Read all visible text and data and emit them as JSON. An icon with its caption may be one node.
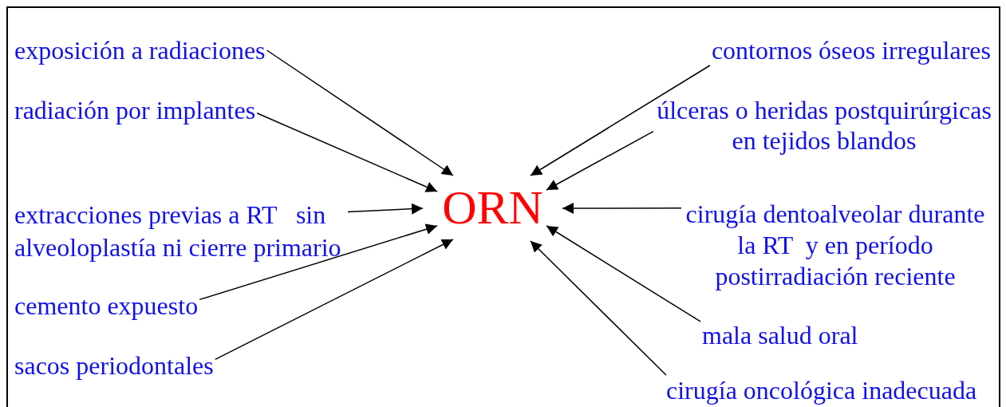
{
  "diagram": {
    "nodes": [
      {
        "text": [
          "ORN"
        ]
      },
      {
        "text": [
          "exposición a radiaciones"
        ]
      },
      {
        "text": [
          "radiación por implantes"
        ]
      },
      {
        "text": [
          "extracciones previas a RT   sin alveoloplastía ni cierre primario"
        ]
      },
      {
        "text": [
          "cemento expuesto"
        ]
      },
      {
        "text": [
          "sacos periodontales"
        ]
      },
      {
        "text": [
          "contornos óseos irregulares"
        ]
      },
      {
        "text": [
          "úlceras o heridas postquirúrgicas en tejidos blandos"
        ]
      },
      {
        "text": [
          "cirugía dentoalveolar durante la RT  y en período postirradiación reciente"
        ]
      },
      {
        "text": [
          "mala salud oral"
        ]
      },
      {
        "text": [
          "cirugía oncológica inadecuada"
        ]
      }
    ],
    "edges": [
      {
        "from": 1,
        "to": 0,
        "arrow": "to"
      },
      {
        "from": 2,
        "to": 0,
        "arrow": "to"
      },
      {
        "from": 3,
        "to": 0,
        "arrow": "to"
      },
      {
        "from": 4,
        "to": 0,
        "arrow": "to"
      },
      {
        "from": 5,
        "to": 0,
        "arrow": "to"
      },
      {
        "from": 6,
        "to": 0,
        "arrow": "to"
      },
      {
        "from": 7,
        "to": 0,
        "arrow": "to"
      },
      {
        "from": 8,
        "to": 0,
        "arrow": "to"
      },
      {
        "from": 9,
        "to": 0,
        "arrow": "to"
      },
      {
        "from": 10,
        "to": 0,
        "arrow": "to"
      }
    ]
  }
}
